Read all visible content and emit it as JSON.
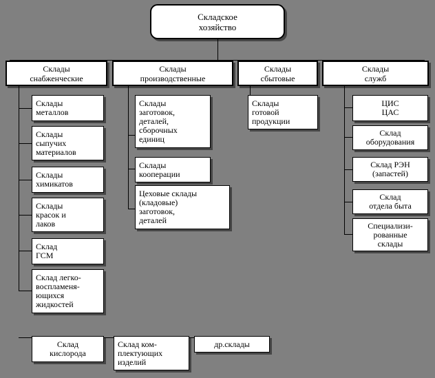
{
  "diagram": {
    "title": "Складское хозяйство",
    "type": "org-tree",
    "root": {
      "label": "Складское\nхозяйство"
    },
    "level2": [
      {
        "label": "Склады\nснабженческие"
      },
      {
        "label": "Склады\nпроизводственные"
      },
      {
        "label": "Склады\nсбытовые"
      },
      {
        "label": "Склады\nслужб"
      }
    ],
    "branch_supply": [
      {
        "label": "Склады\nметаллов"
      },
      {
        "label": "Склады\nсыпучих\nматериалов"
      },
      {
        "label": "Склады\nхимикатов"
      },
      {
        "label": "Склады\nкрасок и\nлаков"
      },
      {
        "label": "Склад\nГСМ"
      },
      {
        "label": "Склад легко-\nвоспламеня-\nющихся\nжидкостей"
      }
    ],
    "branch_production": [
      {
        "label": "Склады\nзаготовок,\nдеталей,\nсборочных\nединиц"
      },
      {
        "label": "Склады\nкооперации"
      },
      {
        "label": "Цеховые склады\n(кладовые)\nзаготовок,\nдеталей"
      }
    ],
    "branch_sales": [
      {
        "label": "Склады\nготовой\nпродукции"
      }
    ],
    "branch_services": [
      {
        "label": "ЦИС\nЦАС"
      },
      {
        "label": "Склад\nоборудования"
      },
      {
        "label": "Склад РЭН\n(запастей)"
      },
      {
        "label": "Склад\nотдела быта"
      },
      {
        "label": "Специализи-\nрованные\nсклады"
      }
    ],
    "bottom_row": [
      {
        "label": "Склад\nкислорода"
      },
      {
        "label": "Склад ком-\nплектующих\nизделий"
      },
      {
        "label": "др.склады"
      }
    ],
    "colors": {
      "background": "#808080",
      "node_fill": "#ffffff",
      "node_border": "#000000",
      "shadow": "#4d4d4d"
    }
  }
}
